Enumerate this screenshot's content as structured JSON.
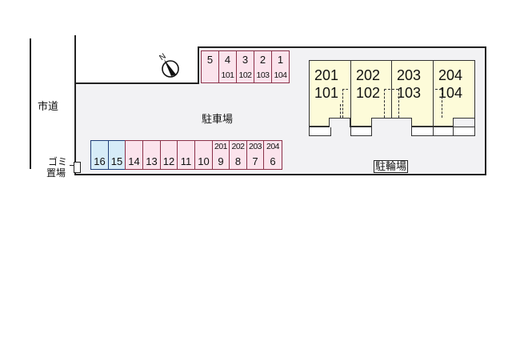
{
  "map": {
    "road_label": "市道",
    "parking_label": "駐車場",
    "bicycle_label": "駐輪場",
    "garbage_label_line1": "ゴミ",
    "garbage_label_line2": "置場",
    "compass": {
      "icon": "north-arrow-icon",
      "letter": "N"
    }
  },
  "top_stalls": [
    {
      "num": "5",
      "sub": ""
    },
    {
      "num": "4",
      "sub": "101"
    },
    {
      "num": "3",
      "sub": "102"
    },
    {
      "num": "2",
      "sub": "103"
    },
    {
      "num": "1",
      "sub": "104"
    }
  ],
  "bottom_stalls": [
    {
      "num": "16",
      "sub": "",
      "color": "blue"
    },
    {
      "num": "15",
      "sub": "",
      "color": "blue"
    },
    {
      "num": "14",
      "sub": "",
      "color": "pink"
    },
    {
      "num": "13",
      "sub": "",
      "color": "pink"
    },
    {
      "num": "12",
      "sub": "",
      "color": "pink"
    },
    {
      "num": "11",
      "sub": "",
      "color": "pink"
    },
    {
      "num": "10",
      "sub": "",
      "color": "pink"
    },
    {
      "num": "9",
      "sub": "201",
      "color": "pink"
    },
    {
      "num": "8",
      "sub": "202",
      "color": "pink"
    },
    {
      "num": "7",
      "sub": "203",
      "color": "pink"
    },
    {
      "num": "6",
      "sub": "204",
      "color": "pink"
    }
  ],
  "units": [
    {
      "upper": "201",
      "lower": "101"
    },
    {
      "upper": "202",
      "lower": "102"
    },
    {
      "upper": "203",
      "lower": "103"
    },
    {
      "upper": "204",
      "lower": "104"
    }
  ],
  "colors": {
    "pink_stall": "#fbe3ec",
    "blue_stall": "#d6ecf8",
    "unit_fill": "#fdfbd9",
    "lot_fill": "#f2f2f4"
  }
}
